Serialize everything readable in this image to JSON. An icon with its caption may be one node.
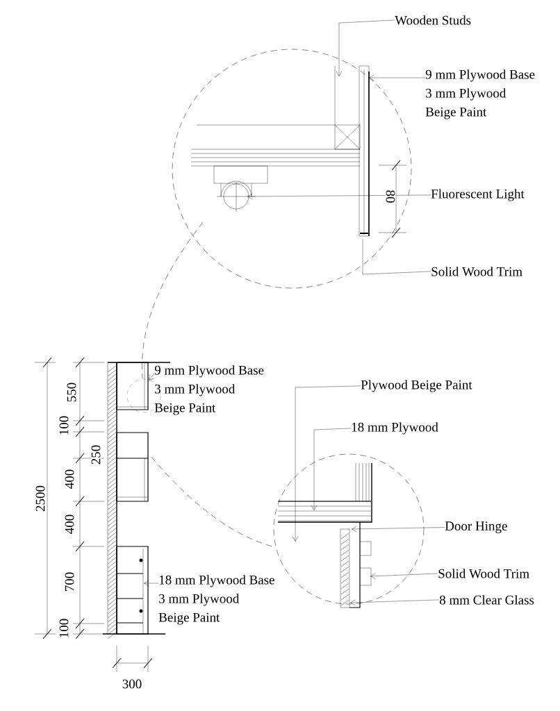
{
  "diagram": {
    "nodes": [
      {
        "text": [
          "Wooden Studs"
        ]
      },
      {
        "text": [
          "9 mm Plywood Base",
          "3 mm Plywood",
          "Beige Paint"
        ]
      },
      {
        "text": [
          "Fluorescent Light"
        ]
      },
      {
        "text": [
          "Solid Wood Trim"
        ]
      },
      {
        "text": [
          "9 mm Plywood Base",
          "3 mm Plywood",
          "Beige Paint"
        ]
      },
      {
        "text": [
          "Plywood Beige Paint"
        ]
      },
      {
        "text": [
          "18 mm Plywood"
        ]
      },
      {
        "text": [
          "Door Hinge"
        ]
      },
      {
        "text": [
          "Solid Wood Trim"
        ]
      },
      {
        "text": [
          "8 mm Clear Glass"
        ]
      },
      {
        "text": [
          "18 mm Plywood Base",
          "3 mm Plywood",
          "Beige Paint"
        ]
      }
    ],
    "edges": [
      {
        "from": 0,
        "to": null,
        "arrow": "to"
      },
      {
        "from": 1,
        "to": null,
        "arrow": "to"
      },
      {
        "from": 2,
        "to": null,
        "arrow": "to"
      },
      {
        "from": 3,
        "to": null,
        "arrow": "none"
      },
      {
        "from": 4,
        "to": null,
        "arrow": "to"
      },
      {
        "from": 5,
        "to": null,
        "arrow": "to"
      },
      {
        "from": 6,
        "to": null,
        "arrow": "to"
      },
      {
        "from": 7,
        "to": null,
        "arrow": "to"
      },
      {
        "from": 8,
        "to": null,
        "arrow": "to"
      },
      {
        "from": 9,
        "to": null,
        "arrow": "to"
      },
      {
        "from": 10,
        "to": null,
        "arrow": "to"
      }
    ],
    "labels": [
      "80",
      "550",
      "100",
      "250",
      "400",
      "400",
      "700",
      "100",
      "2500",
      "300"
    ]
  }
}
